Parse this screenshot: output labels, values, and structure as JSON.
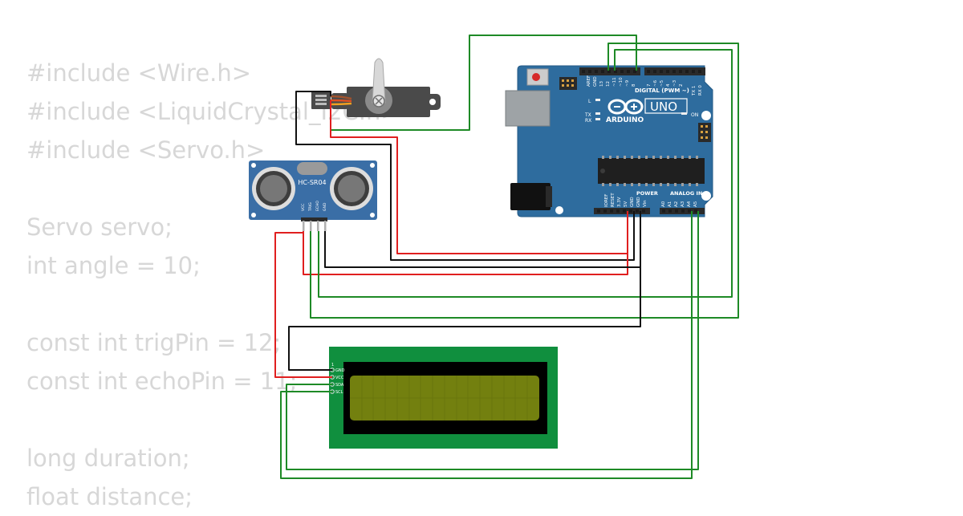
{
  "code_lines": [
    "#include <Wire.h>",
    "#include <LiquidCrystal_I2C.h>",
    "#include <Servo.h>",
    "",
    "Servo servo;",
    "int angle = 10;",
    "",
    "const int trigPin = 12;",
    "const int echoPin = 11;",
    "",
    "long duration;",
    "float distance;"
  ],
  "arduino": {
    "model": "UNO",
    "brand": "ARDUINO",
    "digital_header": "DIGITAL (PWM ~)",
    "power_header": "POWER",
    "analog_header": "ANALOG IN",
    "aref": "AREF",
    "gnd": "GND",
    "d13": "13",
    "d12": "12",
    "d11": "~11",
    "d10": "~10",
    "d9": "~9",
    "d8": "8",
    "d7": "7",
    "d6": "~6",
    "d5": "~5",
    "d4": "4",
    "d3": "~3",
    "d2": "2",
    "tx1": "TX 1",
    "rx0": "RX 0",
    "led_l": "L",
    "led_tx": "TX",
    "led_rx": "RX",
    "led_on": "ON",
    "ioref": "IOREF",
    "reset": "RESET",
    "v33": "3.3V",
    "v5": "5V",
    "gnd1": "GND",
    "gnd2": "GND",
    "vin": "Vin",
    "a0": "A0",
    "a1": "A1",
    "a2": "A2",
    "a3": "A3",
    "a4": "A4",
    "a5": "A5"
  },
  "sensor": {
    "model": "HC-SR04",
    "vcc": "VCC",
    "trig": "TRIG",
    "echo": "ECHO",
    "gnd": "GND"
  },
  "lcd": {
    "pin1": "1",
    "gnd": "GND",
    "vcc": "VCC",
    "sda": "SDA",
    "scl": "SCL"
  },
  "colors": {
    "board": "#2e6c9e",
    "wire_red": "#e01f1f",
    "wire_black": "#111111",
    "wire_green": "#1e8a26",
    "lcd_pcb": "#108f3e",
    "lcd_screen": "#73800f"
  }
}
